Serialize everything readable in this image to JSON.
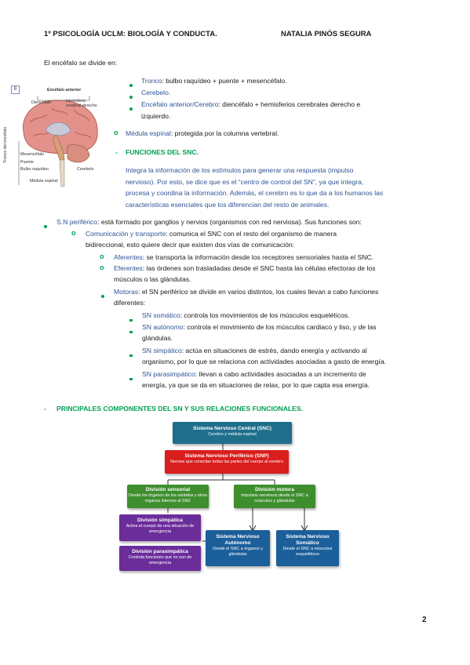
{
  "header": {
    "left": "1º PSICOLOGÍA UCLM: BIOLOGÍA Y CONDUCTA.",
    "right": "NATALIA PINÓS SEGURA"
  },
  "intro": "El encéfalo se divide en:",
  "brain_figure": {
    "badge": "B",
    "labels": {
      "anterior": "Encéfalo anterior",
      "diencefalo": "Diencéfalo",
      "hemisferio": "Hemisferio cerebral derecho",
      "mesencefalo": "Mesencéfalo",
      "puente": "Puente",
      "bulbo": "Bulbo raquídeo",
      "cerebelo": "Cerebelo",
      "medula": "Médula espinal",
      "tronco": "Tronco del encéfalo"
    }
  },
  "parts": [
    {
      "term": "Tronco",
      "text": ": bulbo raquídeo + puente + mesencéfalo."
    },
    {
      "term": "Cerebelo.",
      "text": ""
    },
    {
      "term": "Encéfalo anterior/Cerebro",
      "text": ": diencéfalo + hemisferios cerebrales derecho e",
      "text2": "izquierdo."
    }
  ],
  "medula": {
    "term": "Médula espinal",
    "text": ": protegida por la columna vertebral."
  },
  "funciones_title": "FUNCIONES DEL SNC.",
  "funciones_text": [
    "Integra la información de los estímulos para generar una respuesta (impulso",
    "nervioso). Por esto, se dice que es el “centro de control del SN”, ya que integra,",
    "procesa y coordina la información. Además, el cerebro es lo que da a los humanos las",
    "características esenciales que los diferencian del resto de animales."
  ],
  "snp": {
    "term": "S.N periférico",
    "text": ": está formado por ganglios y nervios (organismos con red nerviosa). Sus funciones son:"
  },
  "comunicacion": {
    "term": "Comunicación y transporte",
    "text": ": comunica el SNC con el resto del organismo de manera",
    "text2": "bidireccional, esto quiere decir que existen dos vías de comunicación:"
  },
  "aferentes": {
    "term": "Aferentes",
    "text": ": se transporta la información desde los receptores sensoriales hasta el SNC."
  },
  "eferentes": {
    "term": "Eferentes",
    "text": ": las órdenes son trasladadas desde el SNC hasta las células efectoras de los",
    "text2": "músculos o las glándulas."
  },
  "motoras": {
    "term": "Motoras",
    "text": ": el SN periférico se divide en varios distintos, los cuales llevan a cabo funciones",
    "text2": "diferentes:"
  },
  "somatico": {
    "term": "SN somático",
    "text": ": controla los movimientos de los músculos esqueléticos."
  },
  "autonomo": {
    "term": "SN autónomo",
    "text": ": controla el movimiento de los músculos cardiaco y liso, y de las",
    "text2": "glándulas."
  },
  "simpatico": {
    "term": "SN simpático",
    "text": ": actúa en situaciones de estrés, dando energía y activando al",
    "text2": "organismo, por lo que se relaciona con actividades asociadas a gasto de energía."
  },
  "parasimpatico": {
    "term": "SN parasimpático",
    "text": ": llevan a cabo actividades asociadas a un incremento de",
    "text2": "energía, ya que se da en situaciones de relax, por lo que capta esa energía."
  },
  "componentes_title": "PRINCIPALES COMPONENTES DEL SN Y SUS RELACIONES FUNCIONALES.",
  "diagram": {
    "snc": {
      "title": "Sistema Nervioso Central (SNC)",
      "sub": "Cerebro y médula espinal"
    },
    "snp": {
      "title": "Sistema Nervioso Periférico (SNP)",
      "sub": "Nervios que conectan todas las partes del cuerpo al cerebro"
    },
    "sensorial": {
      "title": "División sensorial",
      "sub": "Desde los órganos de los sentidos y otros órganos internos al SNC"
    },
    "motora": {
      "title": "División motora",
      "sub": "Impulsos nerviosos desde el SNC a músculos y glándulas"
    },
    "simpatica": {
      "title": "División simpática",
      "sub": "Activa el cuerpo de una situación de emergencia"
    },
    "parasimpatica": {
      "title": "División parasimpática",
      "sub": "Controla funciones que no son de emergencia"
    },
    "autonomo": {
      "title": "Sistema Nervioso Autónomo",
      "sub": "Desde el SNC a órganos y glándulas"
    },
    "somatico": {
      "title": "Sistema Nervioso Somático",
      "sub": "Desde el SNC a músculos esqueléticos"
    },
    "colors": {
      "blue": "#1f6e8c",
      "red": "#d91e1e",
      "green": "#3e8e2e",
      "purple": "#6b2d9a",
      "navy": "#1a5e9a"
    }
  },
  "page_number": "2"
}
